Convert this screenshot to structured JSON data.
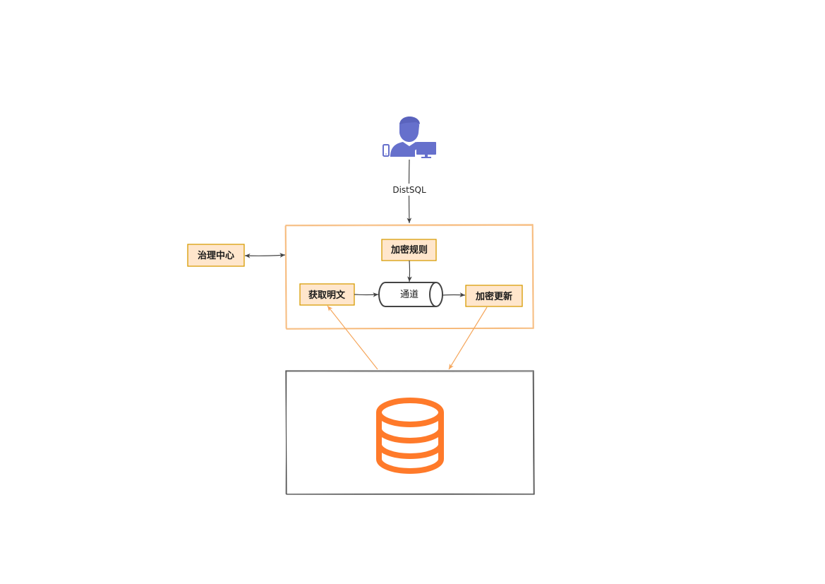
{
  "nodes": {
    "governance": {
      "label": "治理中心"
    },
    "encrypt_rule": {
      "label": "加密规则"
    },
    "fetch_plaintext": {
      "label": "获取明文"
    },
    "channel": {
      "label": "通道"
    },
    "encrypt_update": {
      "label": "加密更新"
    }
  },
  "edges": {
    "user_to_proxy": {
      "label": "DistSQL"
    }
  },
  "icons": {
    "user": "user-with-devices-icon",
    "database": "database-icon"
  },
  "colors": {
    "node_fill": "#ffe6cc",
    "node_stroke": "#d79b00",
    "proxy_stroke": "#f5b066",
    "data_flow": "#f5a65b",
    "database_icon": "#ff7a2a",
    "user_icon": "#6670cc",
    "edge": "#444444"
  }
}
